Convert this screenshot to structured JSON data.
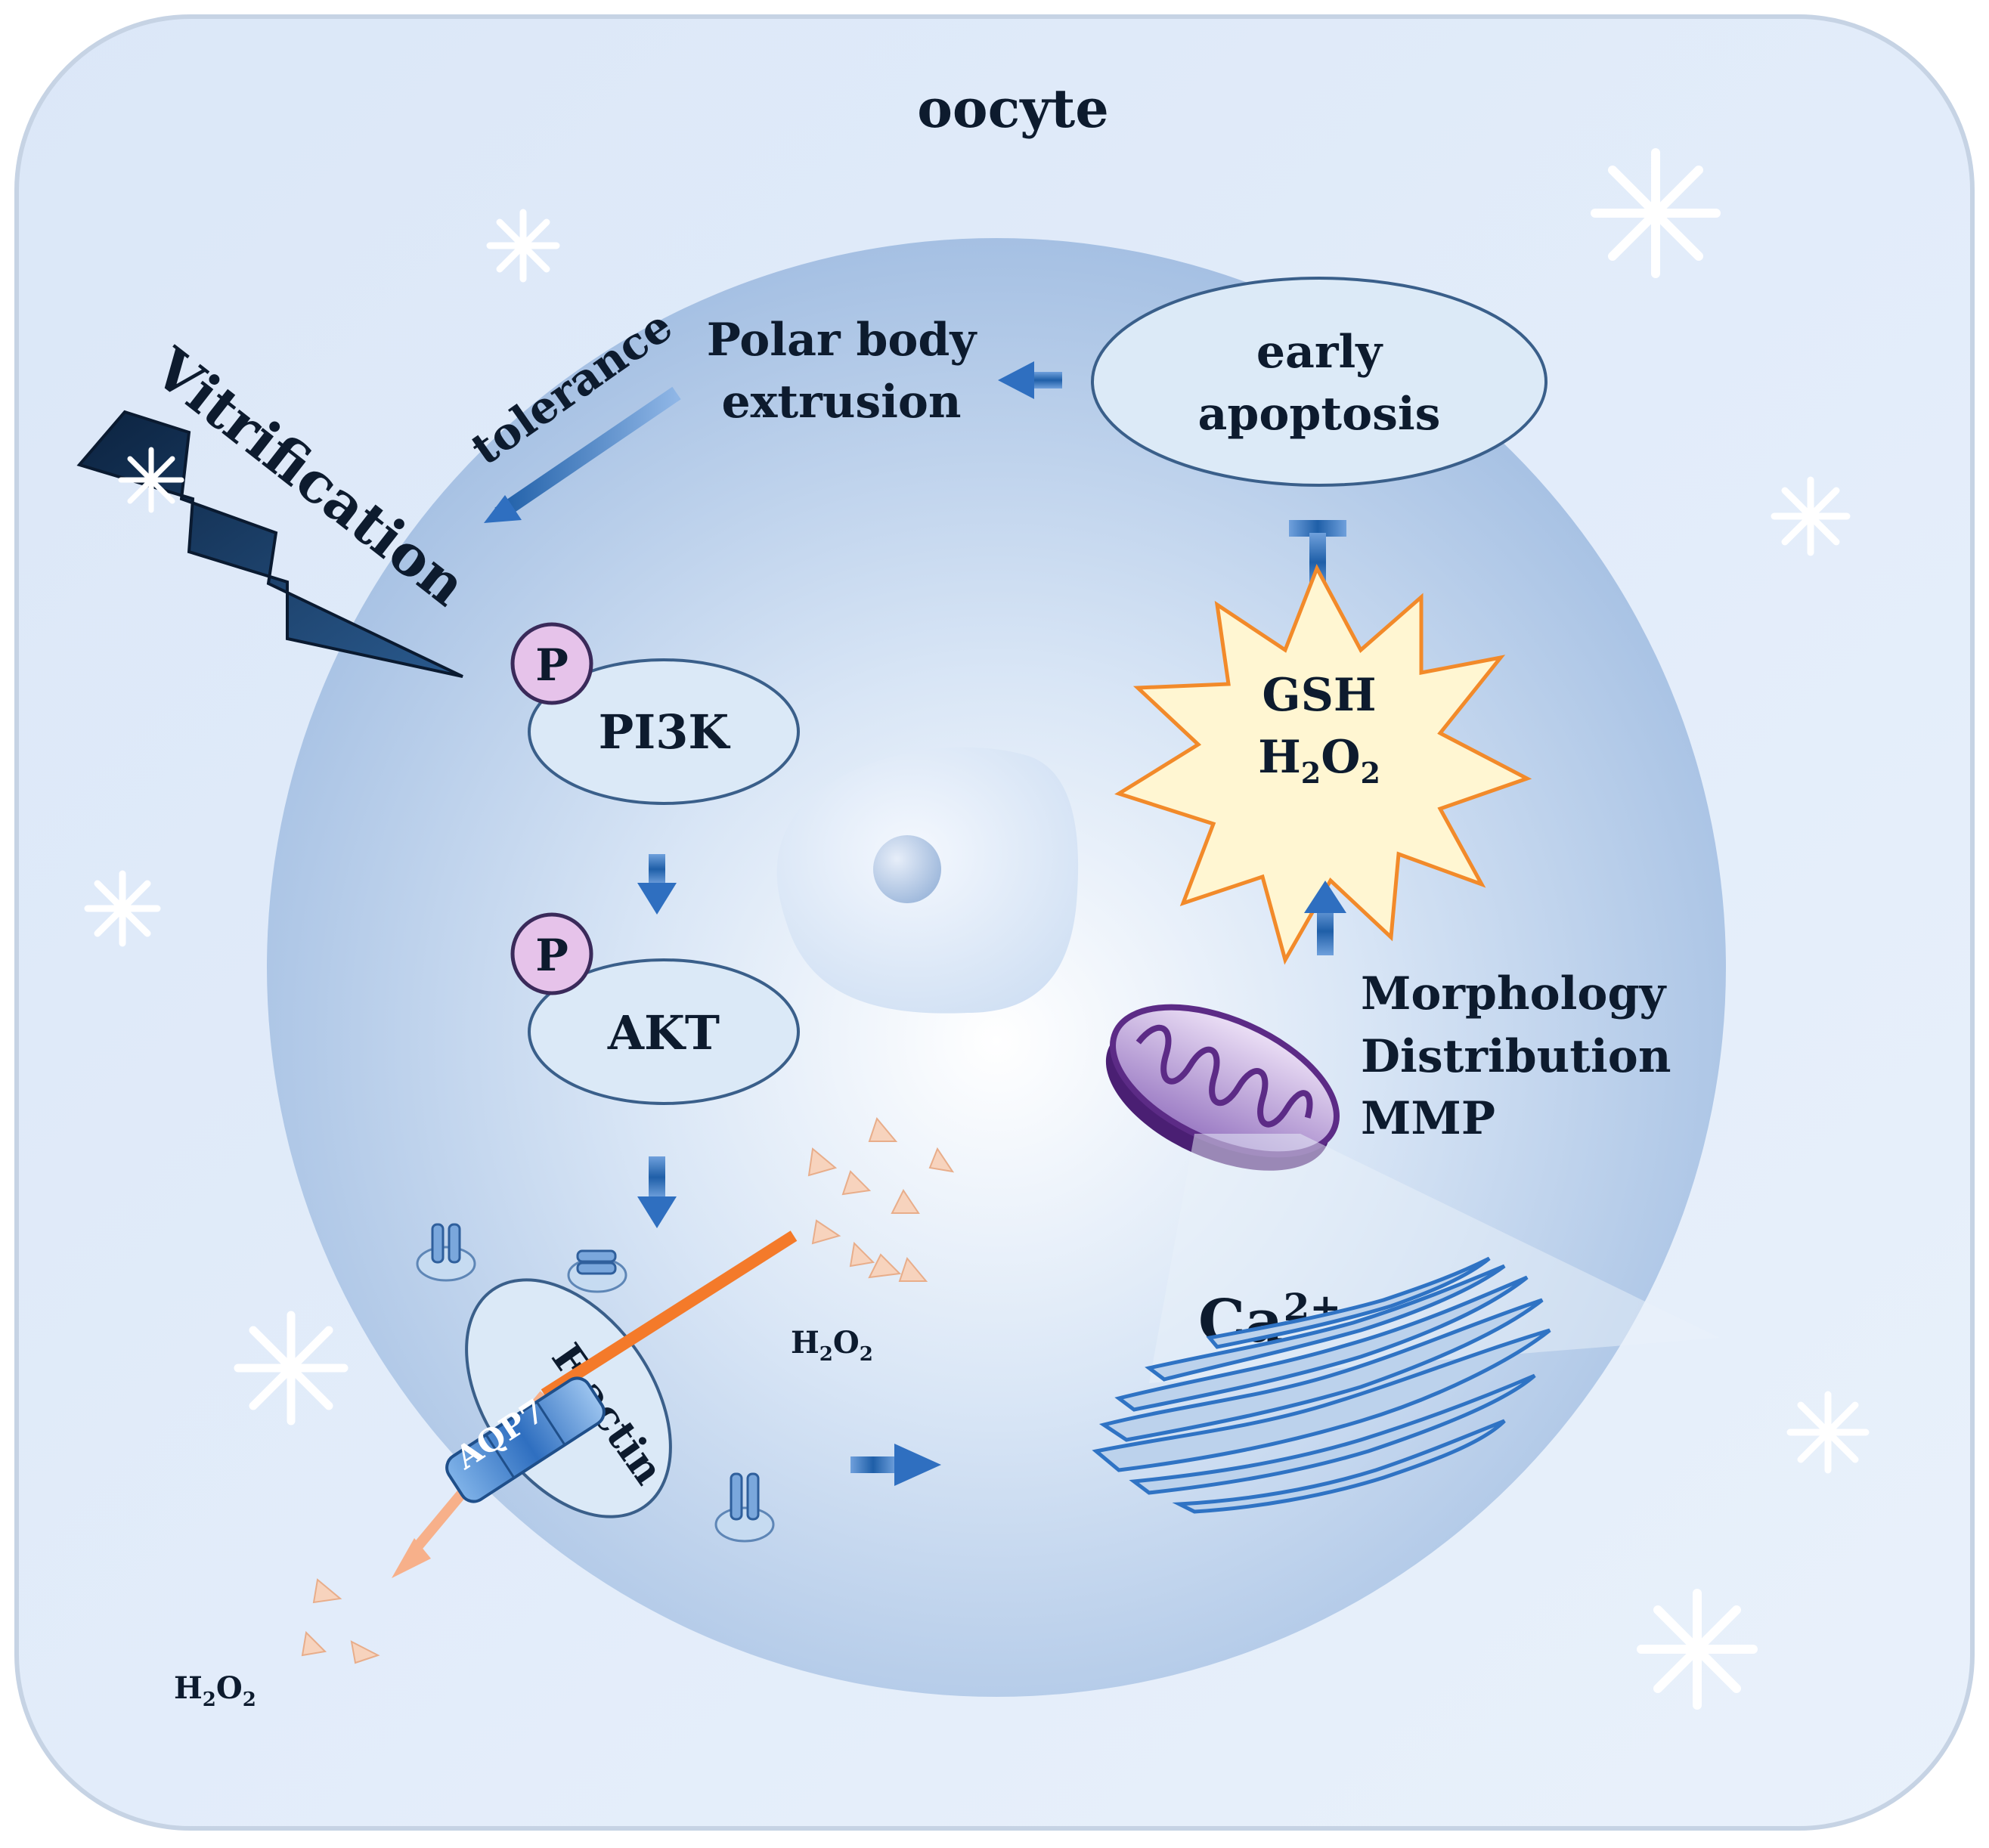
{
  "cell_label": "oocyte",
  "stressor": {
    "label": "Vitrification"
  },
  "tolerance_label": "tolerance",
  "polar_body": {
    "line1": "Polar body",
    "line2": "extrusion"
  },
  "apoptosis": {
    "line1": "early",
    "line2": "apoptosis"
  },
  "oxidative": {
    "line1": "GSH",
    "h2o2": {
      "base": "H",
      "sub1": "2",
      "mid": "O",
      "sub2": "2"
    }
  },
  "mito_readouts": [
    "Morphology",
    "Distribution",
    "MMP"
  ],
  "calcium": {
    "base": "Ca",
    "sup": "2+"
  },
  "pi3k": {
    "label": "PI3K",
    "phospho": "P"
  },
  "akt": {
    "label": "AKT",
    "phospho": "P"
  },
  "factin_label": "F-actin",
  "aqp7_label": "AQP7",
  "h2o2_inside": {
    "base": "H",
    "sub1": "2",
    "mid": "O",
    "sub2": "2"
  },
  "h2o2_outside": {
    "base": "H",
    "sub1": "2",
    "mid": "O",
    "sub2": "2"
  },
  "colors": {
    "cell_fill": "#dce8f8",
    "oocyte_fill": "#a9c4e6",
    "arrow_blue": "#1f5fa8",
    "dark_navy": "#0f2a4a",
    "star_fill": "#fff7d4",
    "star_stroke": "#f28a2a",
    "phospho_fill": "#e6c3ea",
    "mito_purple": "#5c2b86",
    "er_blue": "#2f73c4",
    "h2o2_peach": "#f5c9a8",
    "channel_orange": "#f47a2a"
  }
}
